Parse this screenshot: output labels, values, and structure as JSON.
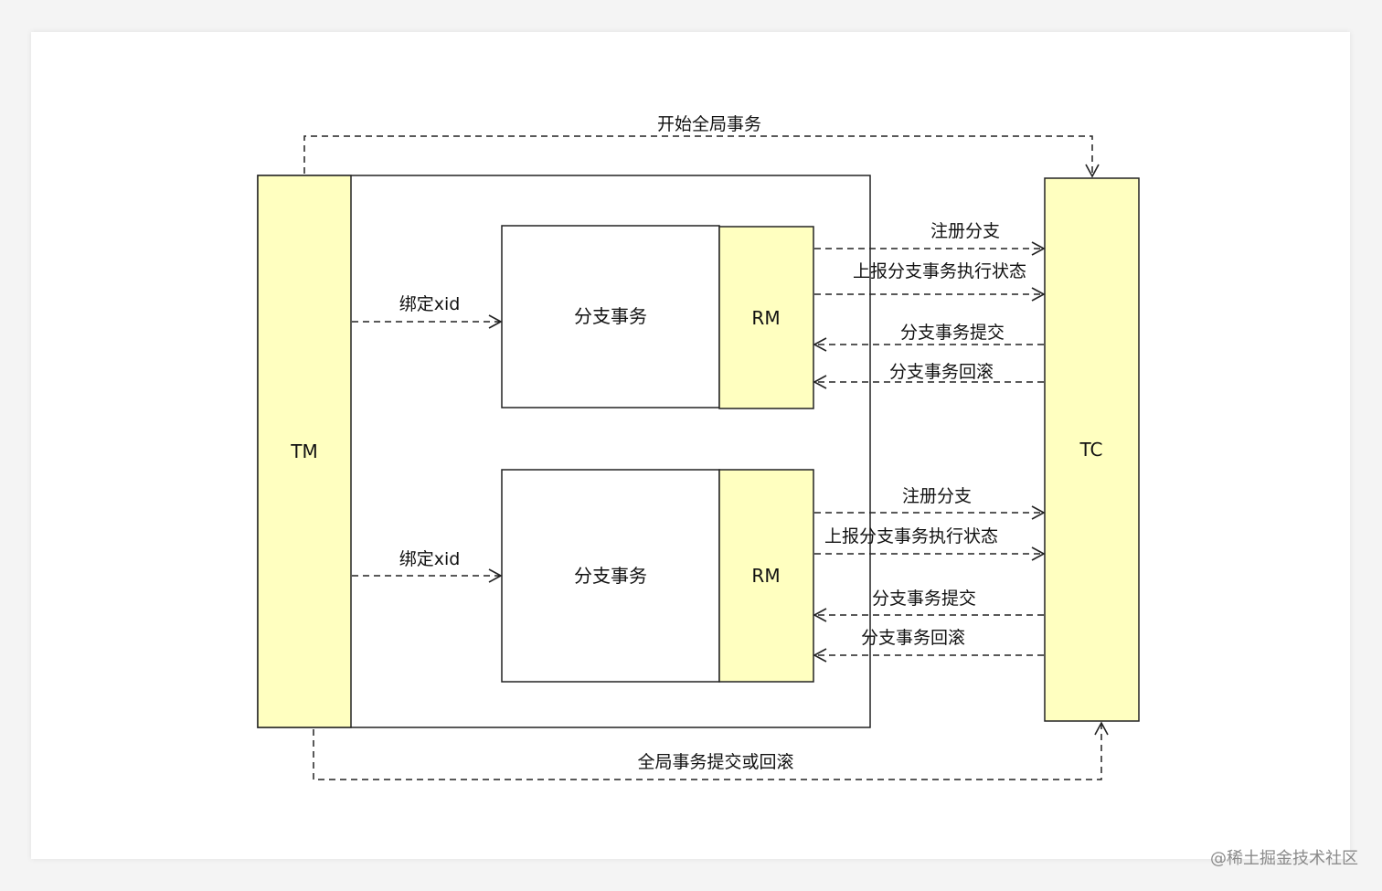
{
  "colors": {
    "component_fill": "#ffffc0",
    "stroke": "#222222"
  },
  "nodes": {
    "tm": "TM",
    "tc": "TC",
    "branch_top": "分支事务",
    "branch_bottom": "分支事务",
    "rm_top": "RM",
    "rm_bottom": "RM"
  },
  "edges": {
    "begin_global": "开始全局事务",
    "end_global": "全局事务提交或回滚",
    "bind_top": "绑定xid",
    "bind_bottom": "绑定xid",
    "top": {
      "register": "注册分支",
      "report": "上报分支事务执行状态",
      "commit": "分支事务提交",
      "rollback": "分支事务回滚"
    },
    "bottom": {
      "register": "注册分支",
      "report": "上报分支事务执行状态",
      "commit": "分支事务提交",
      "rollback": "分支事务回滚"
    }
  },
  "watermark": "@稀土掘金技术社区"
}
